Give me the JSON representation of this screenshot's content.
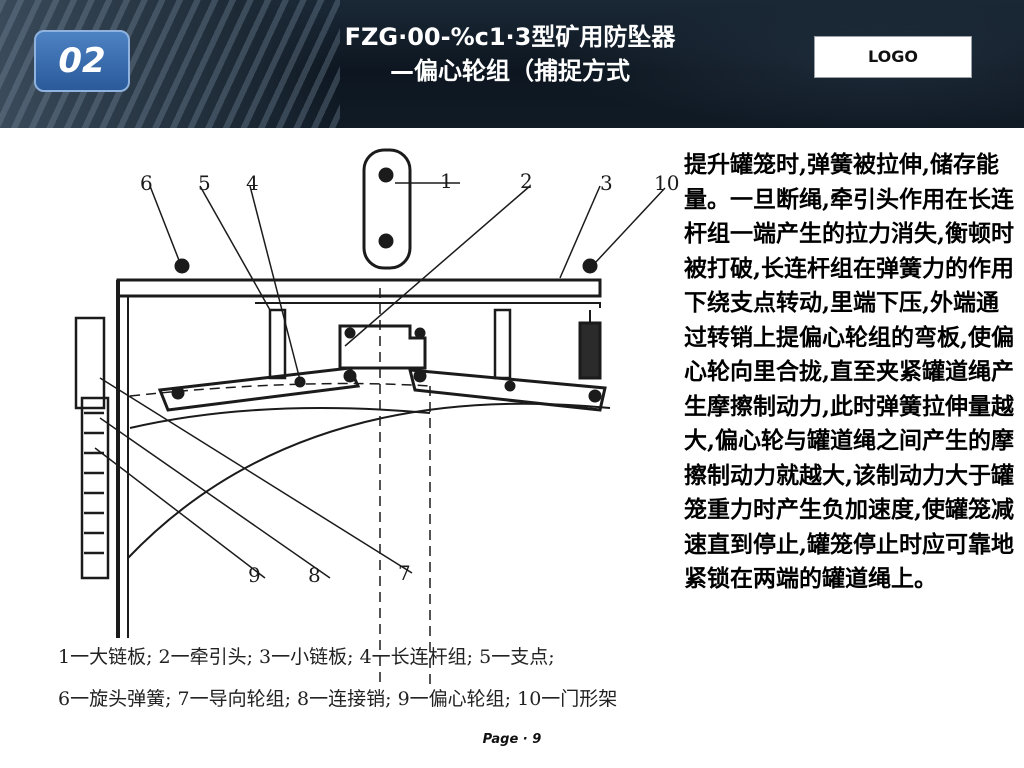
{
  "header": {
    "badge": "02",
    "title_line1": "FZG·00-%c1·3型矿用防坠器",
    "title_line2": "—偏心轮组（捕捉方式",
    "logo": "LOGO"
  },
  "diagram": {
    "callouts": [
      "1",
      "2",
      "3",
      "4",
      "5",
      "6",
      "7",
      "8",
      "9",
      "10"
    ]
  },
  "legend": {
    "line1": "1一大链板; 2一牵引头; 3一小链板; 4一长连杆组; 5一支点;",
    "line2": "6一旋头弹簧; 7一导向轮组; 8一连接销; 9一偏心轮组; 10一门形架"
  },
  "description": "提升罐笼时,弹簧被拉伸,储存能量。一旦断绳,牵引头作用在长连杆组一端产生的拉力消失,衡顿时被打破,长连杆组在弹簧力的作用下绕支点转动,里端下压,外端通过转销上提偏心轮组的弯板,使偏心轮向里合拢,直至夹紧罐道绳产生摩擦制动力,此时弹簧拉伸量越大,偏心轮与罐道绳之间产生的摩擦制动力就越大,该制动力大于罐笼重力时产生负加速度,使罐笼减速直到停止,罐笼停止时应可靠地紧锁在两端的罐道绳上。",
  "footer": {
    "page": "Page · 9"
  }
}
